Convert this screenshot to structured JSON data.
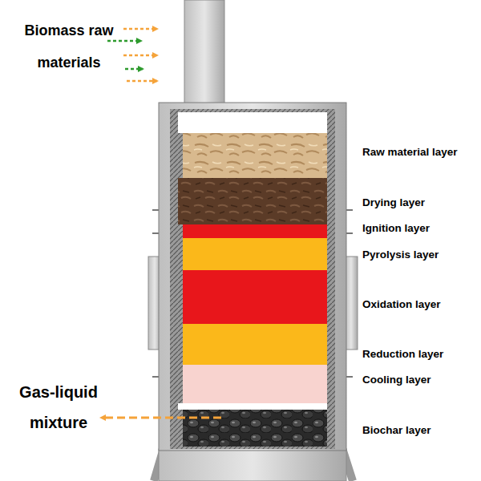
{
  "diagram": {
    "labels": [
      "Biomass raw materials",
      "Raw material layer",
      "Drying layer",
      "Ignition layer",
      "Pyrolysis layer",
      "Oxidation layer",
      "Reduction layer",
      "Cooling layer",
      "Biochar layer",
      "Gas-liquid mixture"
    ]
  }
}
